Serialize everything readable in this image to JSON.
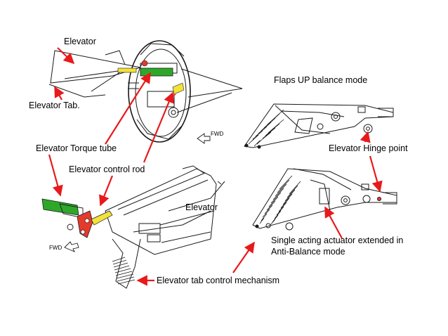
{
  "labels": {
    "elevator_top": "Elevator",
    "elevator_tab": "Elevator Tab.",
    "flaps_up_mode": "Flaps UP balance mode",
    "torque_tube": "Elevator Torque tube",
    "hinge_point": "Elevator Hinge point",
    "control_rod": "Elevator control rod",
    "elevator_mid": "Elevator",
    "actuator_line1": "Single acting actuator extended in",
    "actuator_line2": "Anti-Balance mode",
    "tab_mechanism": "Elevator tab control mechanism"
  },
  "direction_markers": {
    "fwd_top": "FWD",
    "fwd_bottom": "FWD"
  },
  "colors": {
    "arrow": "#e8191b",
    "torque_tube": "#2fa82a",
    "control_rod": "#f2e23a",
    "linkage": "#e53a2b",
    "line_art": "#1a1a1a"
  }
}
